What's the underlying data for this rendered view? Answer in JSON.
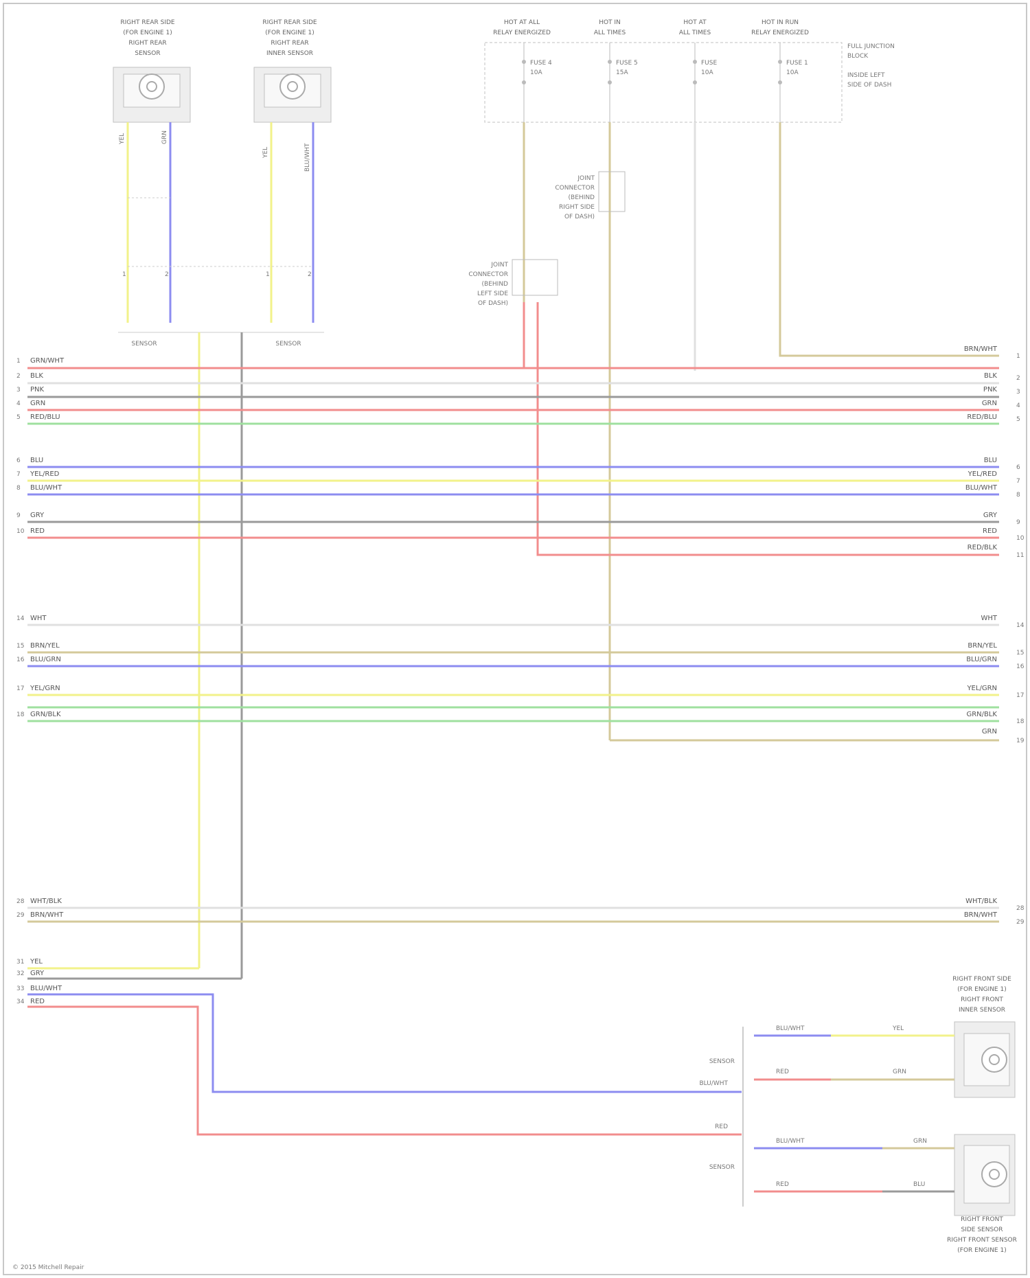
{
  "diagram": {
    "top_left_sensors": [
      {
        "caption": [
          "RIGHT REAR SIDE",
          "(FOR ENGINE 1)",
          "RIGHT REAR",
          "SENSOR"
        ]
      },
      {
        "caption": [
          "RIGHT REAR SIDE",
          "(FOR ENGINE 1)",
          "RIGHT REAR",
          "INNER SENSOR"
        ]
      }
    ],
    "top_left_pins": [
      "1",
      "2",
      "1",
      "2"
    ],
    "top_left_wire_labels": [
      "YEL",
      "GRN",
      "YEL",
      "BLU/WHT"
    ],
    "top_left_splice_labels": [
      "SENSOR",
      "SENSOR"
    ],
    "top_right_fuse_headers": [
      {
        "lines": [
          "HOT AT ALL",
          "RELAY ENERGIZED"
        ]
      },
      {
        "lines": [
          "HOT IN",
          "ALL TIMES"
        ]
      },
      {
        "lines": [
          "HOT AT",
          "ALL TIMES"
        ]
      },
      {
        "lines": [
          "HOT IN RUN",
          "RELAY ENERGIZED"
        ]
      }
    ],
    "fuse_labels": [
      [
        "FUSE 4",
        "10A"
      ],
      [
        "FUSE 5",
        "15A"
      ],
      [
        "FUSE",
        "10A"
      ],
      [
        "FUSE 1",
        "10A"
      ]
    ],
    "fuse_box_note": [
      "FULL JUNCTION",
      "BLOCK",
      "",
      "INSIDE LEFT",
      "SIDE OF DASH"
    ],
    "junction_connector_1": [
      "JOINT",
      "CONNECTOR",
      "(BEHIND",
      "RIGHT SIDE",
      "OF DASH)"
    ],
    "junction_connector_2": [
      "JOINT",
      "CONNECTOR",
      "(BEHIND",
      "LEFT SIDE",
      "OF DASH)"
    ],
    "left_row_labels": [
      {
        "pin": "1",
        "wire": "GRN/WHT"
      },
      {
        "pin": "2",
        "wire": "BLK"
      },
      {
        "pin": "3",
        "wire": "PNK"
      },
      {
        "pin": "4",
        "wire": "GRN"
      },
      {
        "pin": "5",
        "wire": "RED/BLU"
      },
      {
        "pin": "6",
        "wire": "BLU"
      },
      {
        "pin": "7",
        "wire": "YEL/RED"
      },
      {
        "pin": "8",
        "wire": "BLU/WHT"
      },
      {
        "pin": "9",
        "wire": "GRY"
      },
      {
        "pin": "10",
        "wire": "RED"
      },
      {
        "pin": "14",
        "wire": "WHT"
      },
      {
        "pin": "15",
        "wire": "BRN/YEL"
      },
      {
        "pin": "16",
        "wire": "BLU/GRN"
      },
      {
        "pin": "17",
        "wire": "YEL/GRN"
      },
      {
        "pin": "18",
        "wire": "GRN/BLK"
      },
      {
        "pin": "28",
        "wire": "WHT/BLK"
      },
      {
        "pin": "29",
        "wire": "BRN/WHT"
      },
      {
        "pin": "31",
        "wire": "YEL"
      },
      {
        "pin": "32",
        "wire": "GRY"
      },
      {
        "pin": "33",
        "wire": "BLU/WHT"
      },
      {
        "pin": "34",
        "wire": "RED"
      }
    ],
    "right_row_labels": [
      {
        "pin": "1",
        "wire": "BRN/WHT"
      },
      {
        "pin": "2",
        "wire": "BLK"
      },
      {
        "pin": "3",
        "wire": "PNK"
      },
      {
        "pin": "4",
        "wire": "GRN"
      },
      {
        "pin": "5",
        "wire": "RED/BLU"
      },
      {
        "pin": "6",
        "wire": "BLU"
      },
      {
        "pin": "7",
        "wire": "YEL/RED"
      },
      {
        "pin": "8",
        "wire": "BLU/WHT"
      },
      {
        "pin": "9",
        "wire": "GRY"
      },
      {
        "pin": "10",
        "wire": "RED"
      },
      {
        "pin": "11",
        "wire": "RED/BLK"
      },
      {
        "pin": "14",
        "wire": "WHT"
      },
      {
        "pin": "15",
        "wire": "BRN/YEL"
      },
      {
        "pin": "16",
        "wire": "BLU/GRN"
      },
      {
        "pin": "17",
        "wire": "YEL/GRN"
      },
      {
        "pin": "18",
        "wire": "GRN/BLK"
      },
      {
        "pin": "19",
        "wire": "GRN"
      },
      {
        "pin": "28",
        "wire": "WHT/BLK"
      },
      {
        "pin": "29",
        "wire": "BRN/WHT"
      }
    ],
    "bottom_right_sensors": [
      {
        "caption": [
          "RIGHT FRONT SIDE",
          "(FOR ENGINE 1)",
          "RIGHT FRONT",
          "INNER SENSOR"
        ]
      },
      {
        "caption": [
          "RIGHT FRONT",
          "SIDE SENSOR",
          "RIGHT FRONT SENSOR",
          "(FOR ENGINE 1)"
        ]
      }
    ],
    "bottom_wire_labels": [
      "BLU/WHT",
      "RED",
      "YEL",
      "GRN",
      "BLU/WHT",
      "RED",
      "GRN",
      "BLU"
    ],
    "bottom_group_labels": [
      "SENSOR",
      "SENSOR",
      "BLU/WHT",
      "RED"
    ],
    "footer_credit": "© 2015 Mitchell Repair"
  },
  "colors": {
    "red": "#f28d8d",
    "blue": "#8c8cf0",
    "yellow": "#f2f28a",
    "green": "#9fe09f",
    "gray": "#9a9a9a",
    "tan": "#d4c99a",
    "orange": "#e8c7a0",
    "white": "#e0e0e0",
    "frame": "#c8c8c8"
  }
}
